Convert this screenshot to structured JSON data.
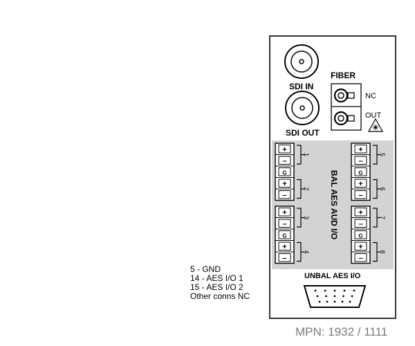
{
  "labels": {
    "sdi_in": "SDI IN",
    "sdi_out": "SDI OUT",
    "fiber": "FIBER",
    "nc": "NC",
    "out": "OUT",
    "bal_aes": "BAL AES AUD I/O",
    "unbal_aes": "UNBAL AES I/O",
    "mpn": "MPN: 1932 / 1111"
  },
  "pin_notes": [
    "5 - GND",
    "14 - AES I/O 1",
    "15 - AES I/O 2",
    "Other conns NC"
  ],
  "terminal_symbols": [
    "+",
    "–",
    "G",
    "+",
    "–"
  ],
  "channel_numbers": [
    "1",
    "2",
    "3",
    "4",
    "5",
    "6",
    "7",
    "8"
  ],
  "colors": {
    "audio_band": "#d3d3d3",
    "mpn_text": "#7a7a7a",
    "line": "#000000"
  },
  "icons": {
    "laser_warning": "laser-warning-icon",
    "bnc": "bnc-connector-icon",
    "fiber_port": "fiber-port-icon",
    "dsub": "dsub-15-connector-icon"
  }
}
